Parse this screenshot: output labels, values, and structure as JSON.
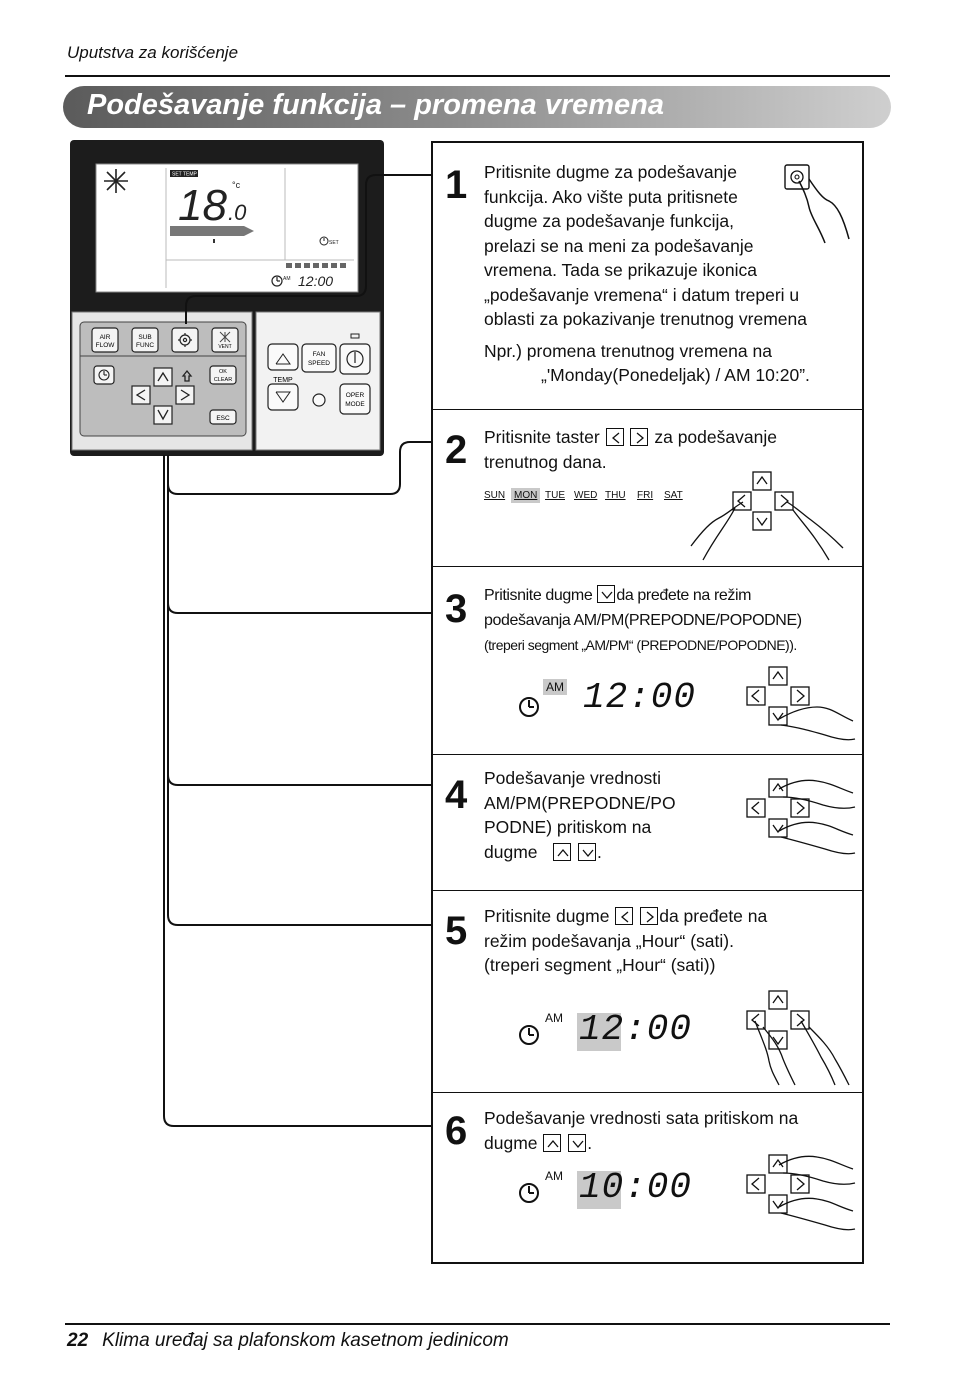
{
  "header": {
    "running_title": "Uputstva za korišćenje"
  },
  "section_title": "Podešavanje funkcija – promena vremena",
  "panel": {
    "set_temp_label": "SET TEMP",
    "temp_value": "18",
    "temp_decimal": ".0",
    "unit": "°c",
    "am_label": "AM",
    "clock_value": "12:00",
    "set_label": "SET",
    "buttons": {
      "air_flow": [
        "AIR",
        "FLOW"
      ],
      "sub_func": [
        "SUB",
        "FUNC"
      ],
      "vent": "VENT",
      "ok_clear": [
        "OK",
        "CLEAR"
      ],
      "esc": "ESC",
      "fan_speed": [
        "FAN",
        "SPEED"
      ],
      "temp": "TEMP",
      "oper_mode": [
        "OPER",
        "MODE"
      ]
    }
  },
  "steps": [
    {
      "number": "1",
      "lines": [
        "Pritisnite dugme za podešavanje",
        "funkcija. Ako vište puta pritisnete",
        "dugme za podešavanje funkcija,",
        "prelazi se na meni za podešavanje",
        "vremena. Tada se prikazuje ikonica",
        "„podešavanje vremena“ i datum treperi u",
        "oblasti za pokazivanje trenutnog vremena"
      ],
      "example_line1": "Npr.) promena trenutnog vremena na",
      "example_line2": "„'Monday(Ponedeljak) / AM 10:20”."
    },
    {
      "number": "2",
      "text_a": "Pritisnite taster",
      "text_b": "za podešavanje",
      "text_c": "trenutnog dana.",
      "days": [
        "SUN",
        "MON",
        "TUE",
        "WED",
        "THU",
        "FRI",
        "SAT"
      ]
    },
    {
      "number": "3",
      "text_a": "Pritisnite dugme",
      "text_b": "da pređete na režim",
      "text_c": "podešavanja AM/PM(PREPODNE/POPODNE)",
      "text_d": "(treperi segment „AM/PM“ (PREPODNE/POPODNE)).",
      "am": "AM",
      "time": "12:00"
    },
    {
      "number": "4",
      "lines": [
        "Podešavanje vrednosti",
        "AM/PM(PREPODNE/PO",
        "PODNE) pritiskom na"
      ],
      "text_last": "dugme"
    },
    {
      "number": "5",
      "text_a": "Pritisnite dugme",
      "text_b": "da pređete na",
      "text_c": "režim podešavanja „Hour“ (sati).",
      "text_d": "(treperi segment „Hour“ (sati))",
      "am": "AM",
      "time": "12:00"
    },
    {
      "number": "6",
      "text_a": "Podešavanje vrednosti sata pritiskom na",
      "text_b": "dugme",
      "am": "AM",
      "time": "10:00"
    }
  ],
  "footer": {
    "page_number": "22",
    "title": "Klima uređaj sa plafonskom kasetnom jedinicom"
  },
  "colors": {
    "banner_dark": "#5b5b5b",
    "banner_light": "#cfcfcf",
    "panel": "#1c1c1c",
    "button_area": "#bdbdbd",
    "highlight": "#c9c9c9"
  }
}
